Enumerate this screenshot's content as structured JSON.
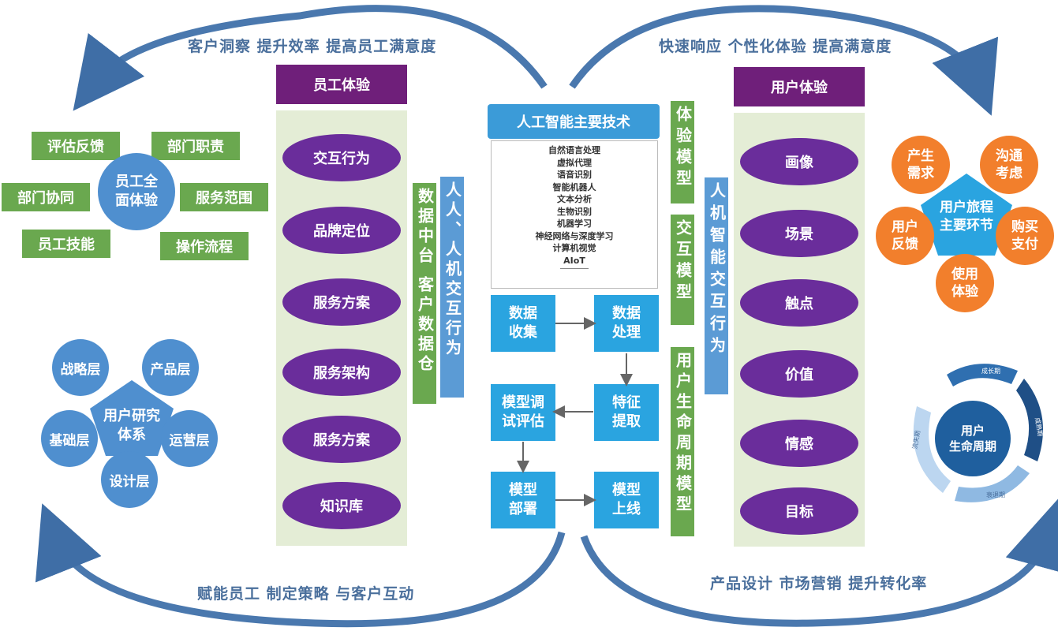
{
  "captions": {
    "top_left": "客户洞察 提升效率 提高员工满意度",
    "top_right": "快速响应 个性化体验 提高满意度",
    "bottom_left": "赋能员工 制定策略 与客户互动",
    "bottom_right": "产品设计 市场营销 提升转化率"
  },
  "employee_full": {
    "center": "员工全\n面体验",
    "boxes": [
      "评估反馈",
      "部门职责",
      "部门协同",
      "服务范围",
      "员工技能",
      "操作流程"
    ]
  },
  "user_research": {
    "center": "用户研究\n体系",
    "layers": [
      "战略层",
      "产品层",
      "基础层",
      "运营层",
      "设计层"
    ]
  },
  "employee_exp": {
    "title": "员工体验",
    "items": [
      "交互行为",
      "品牌定位",
      "服务方案",
      "服务架构",
      "服务方案",
      "知识库"
    ]
  },
  "left_bars": {
    "green": "数据中台 客户数据仓",
    "blue": "人人、人机交互行为"
  },
  "ai": {
    "title": "人工智能主要技术",
    "techs": [
      "自然语言处理",
      "虚拟代理",
      "语音识别",
      "智能机器人",
      "文本分析",
      "生物识别",
      "机器学习",
      "神经网络与深度学习",
      "计算机视觉",
      "AIoT"
    ]
  },
  "flow": {
    "collect": "数据\n收集",
    "process": "数据\n处理",
    "debug": "模型调\n试评估",
    "feature": "特征\n提取",
    "deploy": "模型\n部署",
    "online": "模型\n上线"
  },
  "right_bars": {
    "exp_model": "体验模型",
    "interact_model": "交互模型",
    "lifecycle_model": "用户生命周期模型",
    "hci": "人机智能交互行为"
  },
  "user_exp": {
    "title": "用户体验",
    "items": [
      "画像",
      "场景",
      "触点",
      "价值",
      "情感",
      "目标"
    ]
  },
  "journey": {
    "center": "用户旅程\n主要环节",
    "nodes": [
      "产生\n需求",
      "沟通\n考虑",
      "用户\n反馈",
      "购买\n支付",
      "使用\n体验"
    ]
  },
  "lifecycle": {
    "center": "用户\n生命周期",
    "arcs": [
      "成长期",
      "成熟期",
      "衰退期",
      "流失期"
    ]
  },
  "colors": {
    "green": "#6aa84f",
    "blue": "#4f8fcf",
    "purple": "#6a2d9b",
    "header": "#6f1f7a",
    "orange": "#f27f2c",
    "panel": "#e4edd6",
    "flow": "#2aa4e0",
    "arc": "#4a6f9c"
  }
}
